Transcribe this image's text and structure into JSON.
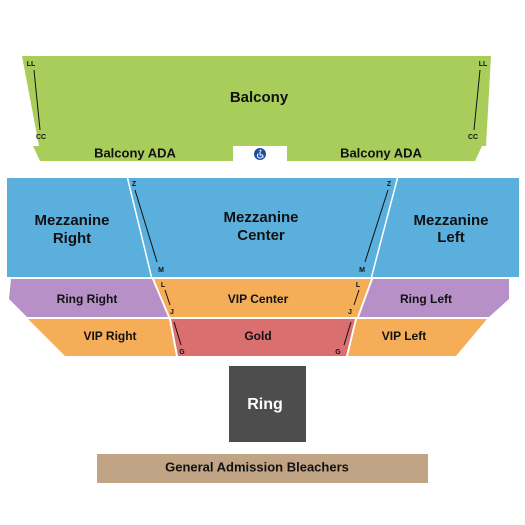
{
  "colors": {
    "balcony": "#a9cd5b",
    "mezzanine": "#5aafdd",
    "ring_sides": "#b890c8",
    "vip": "#f5ad58",
    "gold": "#da6f6f",
    "ring": "#4d4d4d",
    "bleachers": "#c1a485",
    "ada_icon": "#1a4fa0"
  },
  "sections": {
    "balcony": "Balcony",
    "balcony_ada_left": "Balcony ADA",
    "balcony_ada_right": "Balcony ADA",
    "mezzanine_right": [
      "Mezzanine",
      "Right"
    ],
    "mezzanine_center": [
      "Mezzanine",
      "Center"
    ],
    "mezzanine_left": [
      "Mezzanine",
      "Left"
    ],
    "ring_right": "Ring Right",
    "vip_center": "VIP Center",
    "ring_left": "Ring Left",
    "vip_right": "VIP Right",
    "gold": "Gold",
    "vip_left": "VIP Left",
    "ring": "Ring",
    "bleachers": "General Admission Bleachers"
  },
  "rows": {
    "balcony_top_left": "LL",
    "balcony_top_right": "LL",
    "balcony_bottom_left": "CC",
    "balcony_bottom_right": "CC",
    "mezz_top_left": "Z",
    "mezz_top_right": "Z",
    "mezz_bottom_left": "M",
    "mezz_bottom_right": "M",
    "vipc_top_left": "L",
    "vipc_top_right": "L",
    "vipc_bottom_left": "J",
    "vipc_bottom_right": "J",
    "gold_bottom_left": "G",
    "gold_bottom_right": "G"
  },
  "icons": {
    "ada": "wheelchair-icon"
  }
}
